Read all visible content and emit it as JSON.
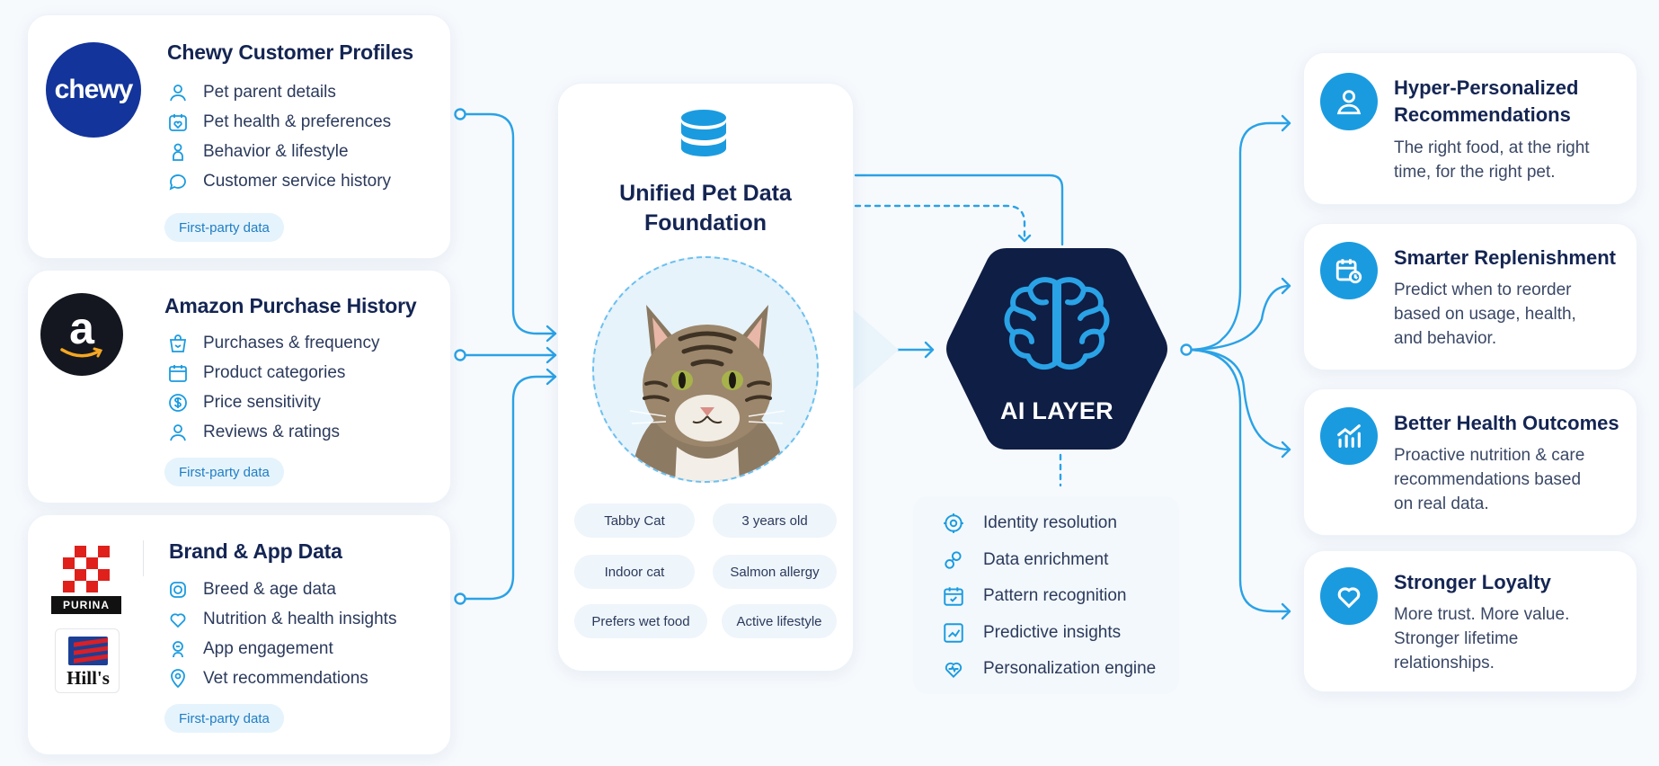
{
  "sources": [
    {
      "title": "Chewy Customer Profiles",
      "logo_text": "chewy",
      "items": [
        {
          "icon": "person-icon",
          "label": "Pet parent details"
        },
        {
          "icon": "heart-calendar-icon",
          "label": "Pet health & preferences"
        },
        {
          "icon": "person-outline-icon",
          "label": "Behavior & lifestyle"
        },
        {
          "icon": "chat-bubble-icon",
          "label": "Customer service history"
        }
      ],
      "badge": "First-party data"
    },
    {
      "title": "Amazon Purchase History",
      "logo_text": "a",
      "items": [
        {
          "icon": "shopping-bag-icon",
          "label": "Purchases & frequency"
        },
        {
          "icon": "calendar-icon",
          "label": "Product categories"
        },
        {
          "icon": "price-tag-icon",
          "label": "Price sensitivity"
        },
        {
          "icon": "person-icon",
          "label": "Reviews & ratings"
        }
      ],
      "badge": "First-party data"
    },
    {
      "title": "Brand & App Data",
      "logo_text": "PURINA",
      "logo_text_2": "Hill's",
      "items": [
        {
          "icon": "paw-id-icon",
          "label": "Breed & age data"
        },
        {
          "icon": "heart-icon",
          "label": "Nutrition & health insights"
        },
        {
          "icon": "app-icon",
          "label": "App engagement"
        },
        {
          "icon": "location-pin-icon",
          "label": "Vet recommendations"
        }
      ],
      "badge": "First-party data"
    }
  ],
  "foundation": {
    "title_line1": "Unified Pet Data",
    "title_line2": "Foundation",
    "tags": [
      "Tabby Cat",
      "3 years old",
      "Indoor cat",
      "Salmon allergy",
      "Prefers wet food",
      "Active lifestyle"
    ]
  },
  "ai_layer": {
    "label": "AI LAYER",
    "capabilities": [
      {
        "icon": "identity-target-icon",
        "label": "Identity resolution"
      },
      {
        "icon": "link-icon",
        "label": "Data enrichment"
      },
      {
        "icon": "calendar-check-icon",
        "label": "Pattern recognition"
      },
      {
        "icon": "trend-chart-icon",
        "label": "Predictive insights"
      },
      {
        "icon": "heart-pulse-icon",
        "label": "Personalization engine"
      }
    ]
  },
  "outcomes": [
    {
      "icon": "user-icon",
      "title_line1": "Hyper-Personalized",
      "title_line2": "Recommendations",
      "desc": [
        "The right food, at the right",
        "time, for the right pet."
      ]
    },
    {
      "icon": "calendar-refresh-icon",
      "title_line1": "Smarter Replenishment",
      "title_line2": "",
      "desc": [
        "Predict when to reorder",
        "based on usage, health,",
        "and behavior."
      ]
    },
    {
      "icon": "bar-chart-icon",
      "title_line1": "Better Health Outcomes",
      "title_line2": "",
      "desc": [
        "Proactive nutrition & care",
        "recommendations based",
        "on real data."
      ]
    },
    {
      "icon": "heart-icon",
      "title_line1": "Stronger Loyalty",
      "title_line2": "",
      "desc": [
        "More trust. More value.",
        "Stronger lifetime",
        "relationships."
      ]
    }
  ],
  "colors": {
    "accent": "#1a9be0",
    "navy": "#0f1e45",
    "pill_bg": "#e5f3fc"
  }
}
